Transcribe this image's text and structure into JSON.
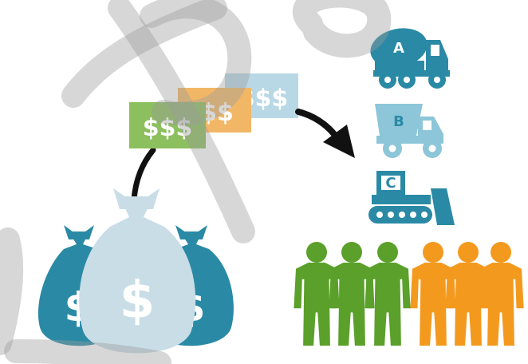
{
  "colors": {
    "teal": "#2a8aa6",
    "light_teal": "#8cc6d8",
    "pale_blue": "#c9dde6",
    "green": "#5aa02a",
    "orange": "#f39a1e",
    "bill_green": "#8cbf5d",
    "bill_orange": "#f2b766",
    "bill_blue": "#b9d8e6",
    "arrow": "#111111",
    "watermark": "#9a9a9a"
  },
  "bills": [
    {
      "text": "$$$",
      "color": "bill_green"
    },
    {
      "text": "$$",
      "color": "bill_orange"
    },
    {
      "text": "$$$",
      "color": "bill_blue"
    }
  ],
  "money_bags": [
    {
      "symbol": "$",
      "color": "teal"
    },
    {
      "symbol": "$",
      "color": "pale_blue"
    },
    {
      "symbol": "$",
      "color": "teal"
    }
  ],
  "vehicles": [
    {
      "label": "A",
      "icon": "concrete-mixer-truck-icon",
      "color": "teal"
    },
    {
      "label": "B",
      "icon": "dump-truck-icon",
      "color": "light_teal"
    },
    {
      "label": "C",
      "icon": "bulldozer-icon",
      "color": "teal"
    }
  ],
  "people_groups": [
    {
      "icon": "business-people-icon",
      "color": "green",
      "count": 3
    },
    {
      "icon": "business-people-icon",
      "color": "orange",
      "count": 3
    }
  ]
}
